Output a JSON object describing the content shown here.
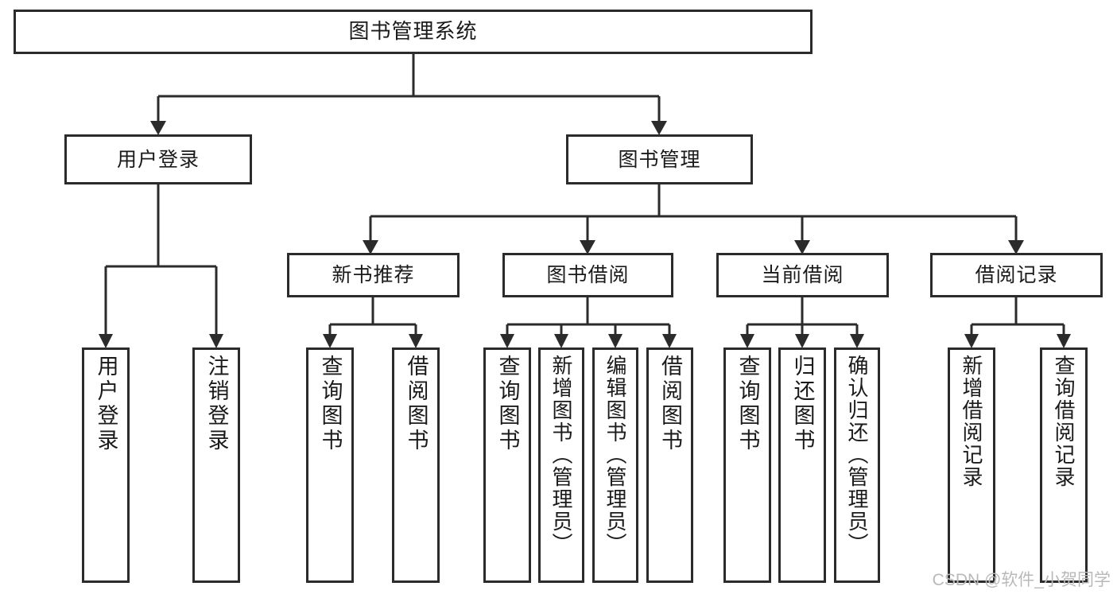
{
  "diagram": {
    "type": "tree",
    "title": "图书管理系统",
    "watermark": "CSDN @软件_小贺同学",
    "root": {
      "label": "图书管理系统"
    },
    "level2": [
      {
        "id": "user-login",
        "label": "用户登录"
      },
      {
        "id": "book-manage",
        "label": "图书管理"
      }
    ],
    "level3": [
      {
        "id": "new-book-rec",
        "label": "新书推荐"
      },
      {
        "id": "book-borrow",
        "label": "图书借阅"
      },
      {
        "id": "current-borrow",
        "label": "当前借阅"
      },
      {
        "id": "borrow-record",
        "label": "借阅记录"
      }
    ],
    "leaves": {
      "user_login": [
        {
          "id": "leaf-user-login",
          "label": "用户登录"
        },
        {
          "id": "leaf-logout",
          "label": "注销登录"
        }
      ],
      "new_book_rec": [
        {
          "id": "leaf-query-book-1",
          "label": "查询图书"
        },
        {
          "id": "leaf-borrow-book-1",
          "label": "借阅图书"
        }
      ],
      "book_borrow": [
        {
          "id": "leaf-query-book-2",
          "label": "查询图书"
        },
        {
          "id": "leaf-add-book",
          "label": "新增图书（管理员）"
        },
        {
          "id": "leaf-edit-book",
          "label": "编辑图书（管理员）"
        },
        {
          "id": "leaf-borrow-book-2",
          "label": "借阅图书"
        }
      ],
      "current_borrow": [
        {
          "id": "leaf-query-book-3",
          "label": "查询图书"
        },
        {
          "id": "leaf-return-book",
          "label": "归还图书"
        },
        {
          "id": "leaf-confirm-return",
          "label": "确认归还（管理员）"
        }
      ],
      "borrow_record": [
        {
          "id": "leaf-add-record",
          "label": "新增借阅记录"
        },
        {
          "id": "leaf-query-record",
          "label": "查询借阅记录"
        }
      ]
    },
    "colors": {
      "stroke": "#2b2b2b",
      "fill": "#ffffff",
      "text": "#1a1a1a",
      "watermark": "#b9b9b9"
    }
  }
}
